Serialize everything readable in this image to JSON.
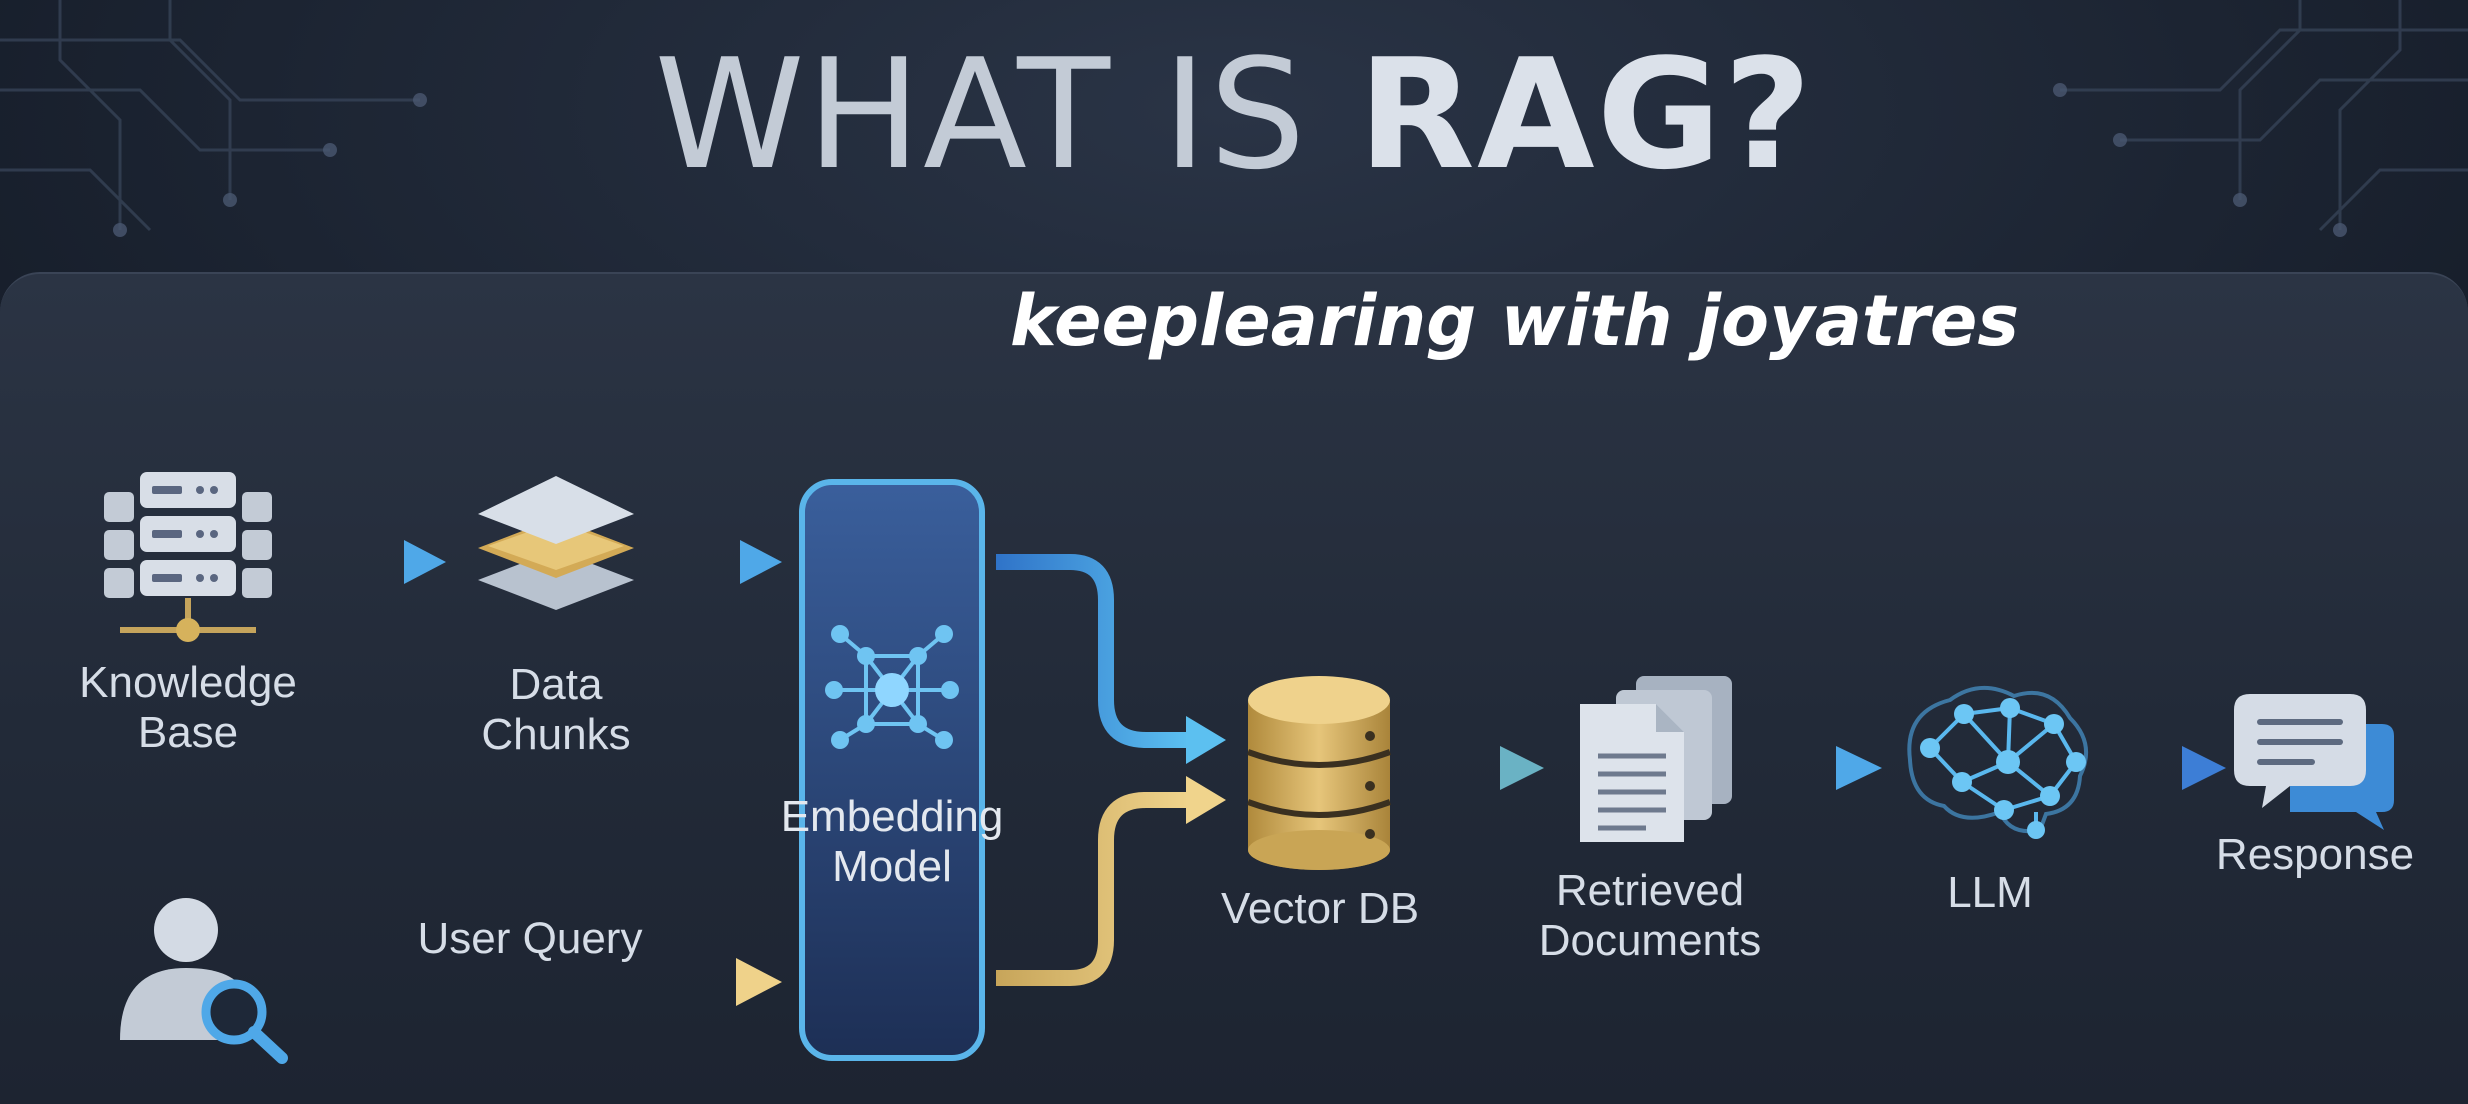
{
  "title": {
    "thin": "WHAT IS ",
    "bold": "RAG?"
  },
  "watermark": "keeplearing with joyatres",
  "nodes": {
    "knowledge_base": "Knowledge\nBase",
    "data_chunks": "Data\nChunks",
    "embedding_model": "Embedding\nModel",
    "user_query": "User Query",
    "vector_db": "Vector DB",
    "retrieved_documents": "Retrieved\nDocuments",
    "llm": "LLM",
    "response": "Response"
  },
  "icons": {
    "knowledge_base": "server-rack-icon",
    "data_chunks": "stacked-layers-icon",
    "embedding_model": "neural-network-icon",
    "user_query": "user-search-icon",
    "vector_db": "database-icon",
    "retrieved_documents": "documents-icon",
    "llm": "brain-network-icon",
    "response": "chat-bubbles-icon"
  },
  "colors": {
    "blue_flow": "#4ea7e6",
    "gold_flow": "#e2c27a",
    "embedding_border": "#59b4e8",
    "database_gold": "#d6b25c",
    "background": "#1b2332"
  }
}
